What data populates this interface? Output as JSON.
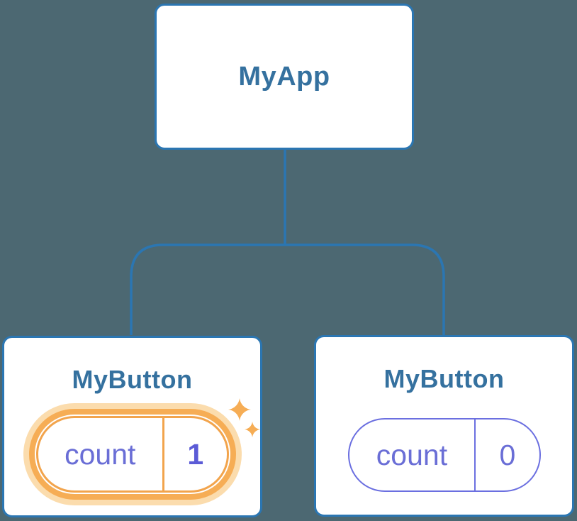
{
  "diagram": {
    "title": "react-component-tree-state-diagram",
    "root": {
      "label": "MyApp"
    },
    "children": [
      {
        "label": "MyButton",
        "state_key": "count",
        "state_value": "1",
        "highlighted": true
      },
      {
        "label": "MyButton",
        "state_key": "count",
        "state_value": "0",
        "highlighted": false
      }
    ]
  },
  "icons": {
    "sparkles": "sparkles-icon"
  },
  "colors": {
    "background": "#4c6872",
    "connector_blue": "#2b76b2",
    "node_border_blue": "#2b76b2",
    "node_label_blue": "#35719f",
    "state_text_purple": "#6a6ed6",
    "state_value_bold_purple": "#5b5bd6",
    "pill_border_purple": "#6b6fe0",
    "highlight_orange": "#f6ad55",
    "highlight_ring_orange": "#f2a44c",
    "highlight_glow": "#fbdcad"
  }
}
